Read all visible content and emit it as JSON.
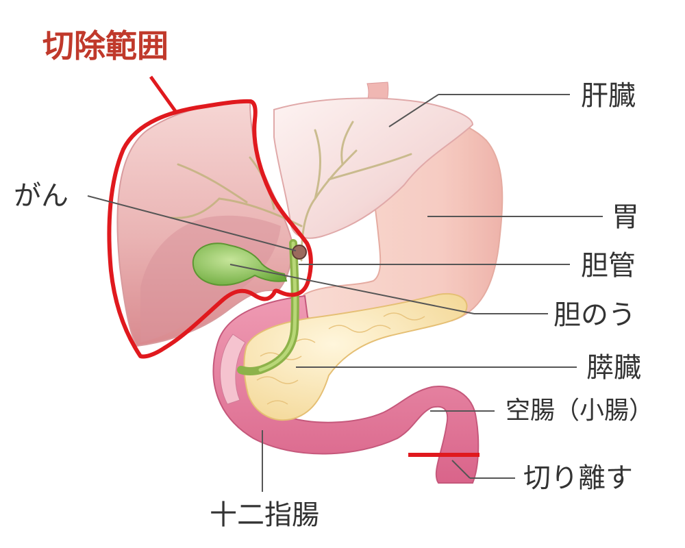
{
  "title": "切除範囲",
  "labels": {
    "liver": "肝臓",
    "cancer": "がん",
    "stomach": "胃",
    "bile_duct": "胆管",
    "gallbladder": "胆のう",
    "pancreas": "膵臓",
    "jejunum": "空腸（小腸）",
    "cut": "切り離す",
    "duodenum": "十二指腸"
  },
  "colors": {
    "resection_outline": "#e0191e",
    "title_text": "#c0392b",
    "label_text": "#333333",
    "leader_line": "#555555",
    "liver": "#eab4b4",
    "stomach": "#f7cdc5",
    "gallbladder": "#8bc34a",
    "pancreas": "#fbe7b5",
    "duodenum": "#e985a3"
  }
}
